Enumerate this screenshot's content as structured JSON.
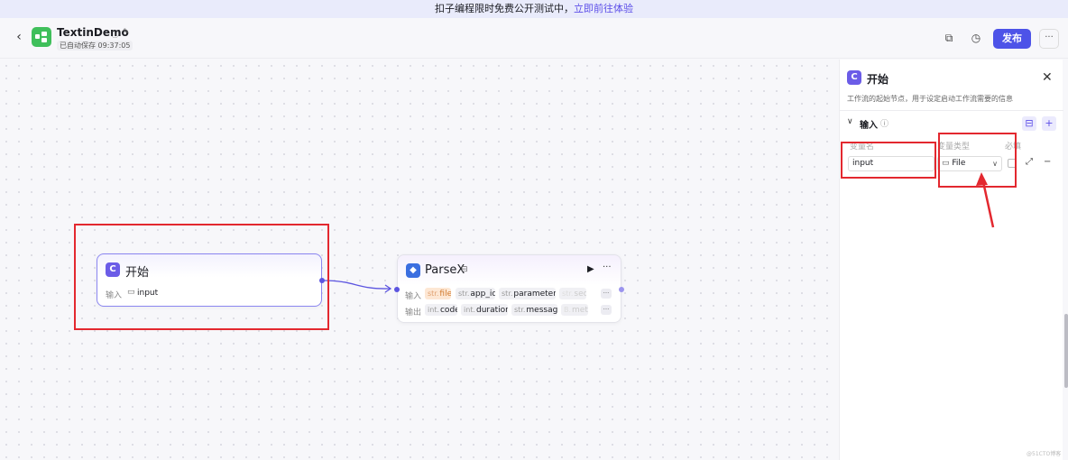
{
  "banner": {
    "text": "扣子编程限时免费公开测试中，",
    "link": "立即前往体验"
  },
  "header": {
    "back_icon": "‹",
    "app_name": "TextinDemo",
    "autosave": "已自动保存 09:37:05",
    "publish_label": "发布",
    "more_label": "···"
  },
  "nodes": {
    "start": {
      "title": "开始",
      "input_label": "输入",
      "input_var": "input"
    },
    "parsex": {
      "title": "ParseX",
      "input_label": "输入",
      "output_label": "输出",
      "inputs": [
        {
          "type": "str.",
          "name": "file"
        },
        {
          "type": "str.",
          "name": "app_id"
        },
        {
          "type": "str.",
          "name": "parameters"
        },
        {
          "type": "str.",
          "name": "secr"
        }
      ],
      "outputs": [
        {
          "type": "int.",
          "name": "code"
        },
        {
          "type": "int.",
          "name": "duration"
        },
        {
          "type": "str.",
          "name": "message"
        },
        {
          "type": "B.",
          "name": "met"
        }
      ],
      "more": "···"
    }
  },
  "panel": {
    "title": "开始",
    "description": "工作流的起始节点，用于设定启动工作流需要的信息",
    "section_title": "输入",
    "col_name": "变量名",
    "col_type": "变量类型",
    "col_required": "必填",
    "variable_name": "input",
    "variable_type": "File"
  },
  "watermark": "@51CTO博客",
  "colors": {
    "accent": "#4d53e8",
    "highlight": "#e3282f",
    "app_icon": "#3fbf5b"
  }
}
